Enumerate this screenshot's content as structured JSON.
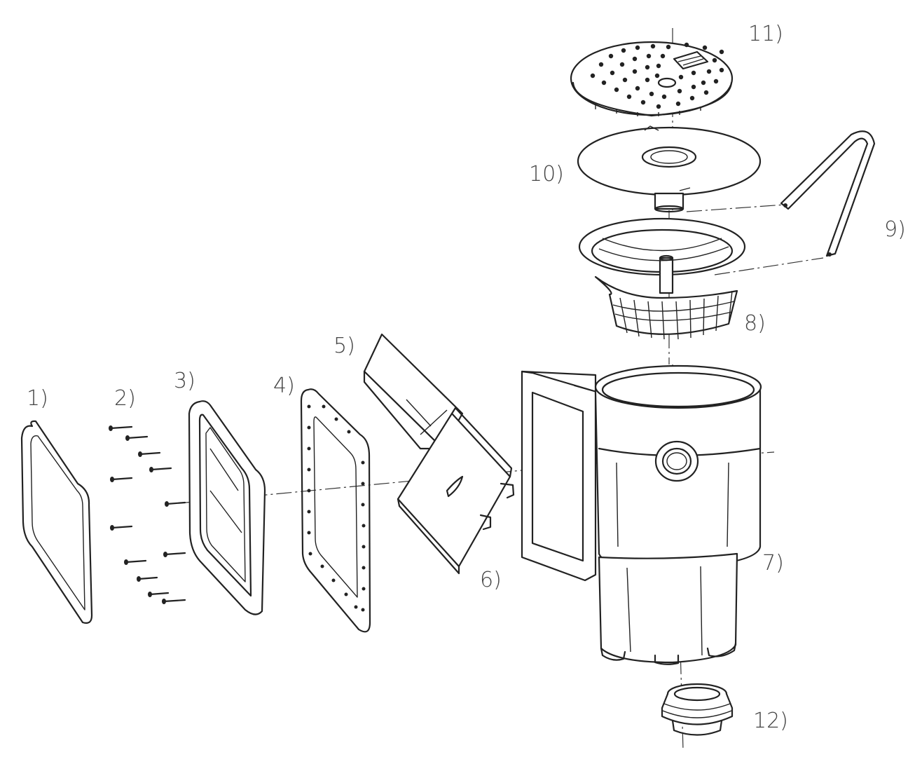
{
  "parts": [
    {
      "id": "1",
      "label": "1)"
    },
    {
      "id": "2",
      "label": "2)"
    },
    {
      "id": "3",
      "label": "3)"
    },
    {
      "id": "4",
      "label": "4)"
    },
    {
      "id": "5",
      "label": "5)"
    },
    {
      "id": "6",
      "label": "6)"
    },
    {
      "id": "7",
      "label": "7)"
    },
    {
      "id": "8",
      "label": "8)"
    },
    {
      "id": "9",
      "label": "9)"
    },
    {
      "id": "10",
      "label": "10)"
    },
    {
      "id": "11",
      "label": "11)"
    },
    {
      "id": "12",
      "label": "12)"
    }
  ]
}
